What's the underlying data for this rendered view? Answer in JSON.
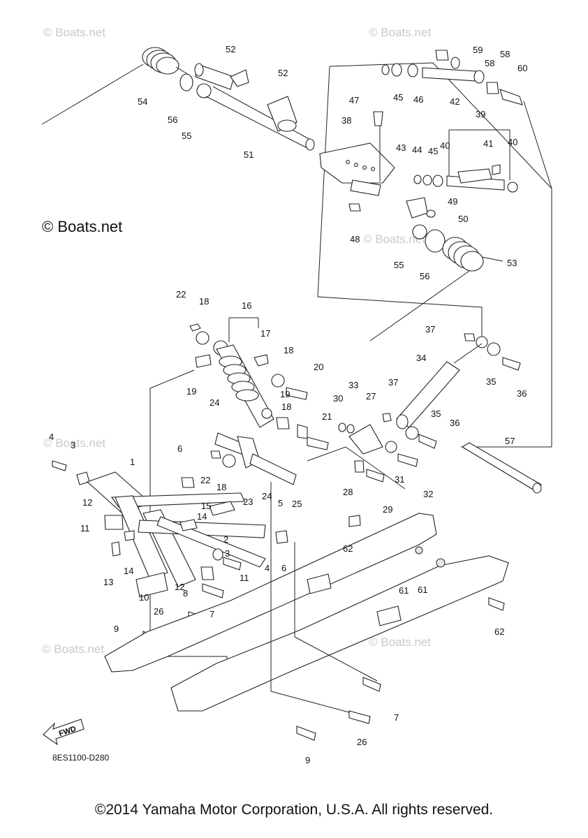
{
  "watermarks": {
    "small": "© Boats.net",
    "large": "© Boats.net"
  },
  "drawing_code": "8ES1100-D280",
  "fwd_label": "FWD",
  "copyright": "©2014 Yamaha Motor Corporation, U.S.A. All rights reserved.",
  "callouts": [
    {
      "n": "1"
    },
    {
      "n": "2"
    },
    {
      "n": "3"
    },
    {
      "n": "3"
    },
    {
      "n": "4"
    },
    {
      "n": "4"
    },
    {
      "n": "5"
    },
    {
      "n": "6"
    },
    {
      "n": "6"
    },
    {
      "n": "7"
    },
    {
      "n": "7"
    },
    {
      "n": "8"
    },
    {
      "n": "9"
    },
    {
      "n": "9"
    },
    {
      "n": "10"
    },
    {
      "n": "11"
    },
    {
      "n": "11"
    },
    {
      "n": "12"
    },
    {
      "n": "12"
    },
    {
      "n": "13"
    },
    {
      "n": "14"
    },
    {
      "n": "14"
    },
    {
      "n": "15"
    },
    {
      "n": "16"
    },
    {
      "n": "17"
    },
    {
      "n": "18"
    },
    {
      "n": "18"
    },
    {
      "n": "18"
    },
    {
      "n": "18"
    },
    {
      "n": "19"
    },
    {
      "n": "19"
    },
    {
      "n": "20"
    },
    {
      "n": "21"
    },
    {
      "n": "22"
    },
    {
      "n": "22"
    },
    {
      "n": "23"
    },
    {
      "n": "24"
    },
    {
      "n": "24"
    },
    {
      "n": "25"
    },
    {
      "n": "26"
    },
    {
      "n": "26"
    },
    {
      "n": "27"
    },
    {
      "n": "28"
    },
    {
      "n": "29"
    },
    {
      "n": "30"
    },
    {
      "n": "31"
    },
    {
      "n": "32"
    },
    {
      "n": "33"
    },
    {
      "n": "34"
    },
    {
      "n": "35"
    },
    {
      "n": "35"
    },
    {
      "n": "36"
    },
    {
      "n": "36"
    },
    {
      "n": "37"
    },
    {
      "n": "37"
    },
    {
      "n": "38"
    },
    {
      "n": "39"
    },
    {
      "n": "40"
    },
    {
      "n": "40"
    },
    {
      "n": "41"
    },
    {
      "n": "42"
    },
    {
      "n": "43"
    },
    {
      "n": "44"
    },
    {
      "n": "45"
    },
    {
      "n": "45"
    },
    {
      "n": "46"
    },
    {
      "n": "47"
    },
    {
      "n": "48"
    },
    {
      "n": "49"
    },
    {
      "n": "50"
    },
    {
      "n": "51"
    },
    {
      "n": "52"
    },
    {
      "n": "52"
    },
    {
      "n": "53"
    },
    {
      "n": "54"
    },
    {
      "n": "55"
    },
    {
      "n": "55"
    },
    {
      "n": "56"
    },
    {
      "n": "56"
    },
    {
      "n": "57"
    },
    {
      "n": "58"
    },
    {
      "n": "58"
    },
    {
      "n": "59"
    },
    {
      "n": "60"
    },
    {
      "n": "61"
    },
    {
      "n": "61"
    },
    {
      "n": "62"
    },
    {
      "n": "62"
    }
  ]
}
